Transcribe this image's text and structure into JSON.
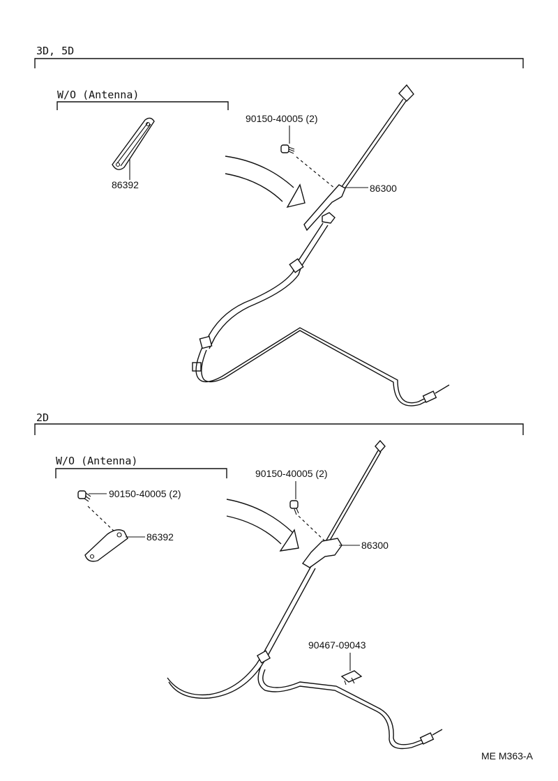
{
  "sections": {
    "top": {
      "label": "3D, 5D",
      "wo_label": "W/O (Antenna)",
      "parts": {
        "cover": "86392",
        "screw": "90150-40005 (2)",
        "antenna": "86300"
      }
    },
    "bottom": {
      "label": "2D",
      "wo_label": "W/O (Antenna)",
      "parts": {
        "cover_screw": "90150-40005 (2)",
        "cover": "86392",
        "screw": "90150-40005 (2)",
        "antenna": "86300",
        "clamp": "90467-09043"
      }
    }
  },
  "footer": {
    "code": "ME  M363-A"
  }
}
